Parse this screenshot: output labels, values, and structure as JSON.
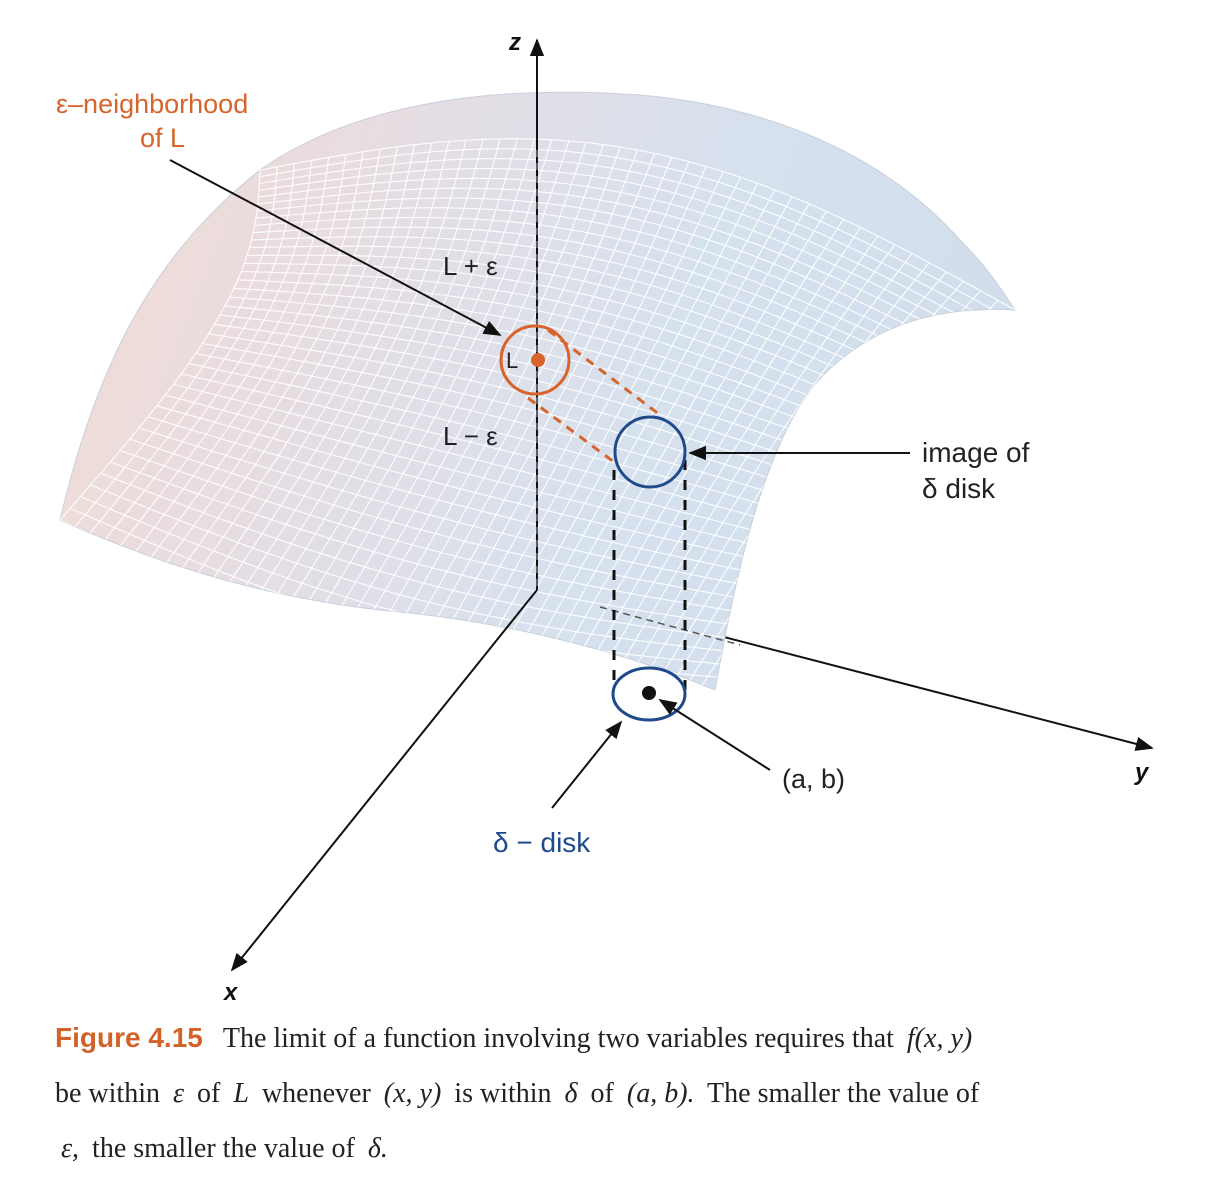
{
  "labels": {
    "epsilon_neighborhood_line1": "ε–neighborhood",
    "epsilon_neighborhood_line2": "of L",
    "l_plus_epsilon": "L + ε",
    "l_minus_epsilon": "L − ε",
    "l_point": "L",
    "image_line1": "image of",
    "image_line2": "δ disk",
    "point_ab": "(a, b)",
    "delta_disk": "δ − disk"
  },
  "axes": {
    "x": "x",
    "y": "y",
    "z": "z"
  },
  "caption": {
    "figure_number": "Figure 4.15",
    "t1": "The limit of a function involving two variables requires that",
    "m1": "f(x, y)",
    "t2": "be within",
    "m2": "ε",
    "t3": "of",
    "m3": "L",
    "t4": "whenever",
    "m4": "(x, y)",
    "t5": "is within",
    "m5": "δ",
    "t6": "of",
    "m6": "(a, b).",
    "t7": "The smaller the value of",
    "m7": "ε,",
    "t8": "the smaller the value of",
    "m8": "δ."
  },
  "colors": {
    "orange": "#d8642c",
    "blue": "#1f4a8a",
    "surface_warm": "#f3d9cf",
    "surface_cool": "#d8e2ef",
    "grid": "#ffffff"
  }
}
